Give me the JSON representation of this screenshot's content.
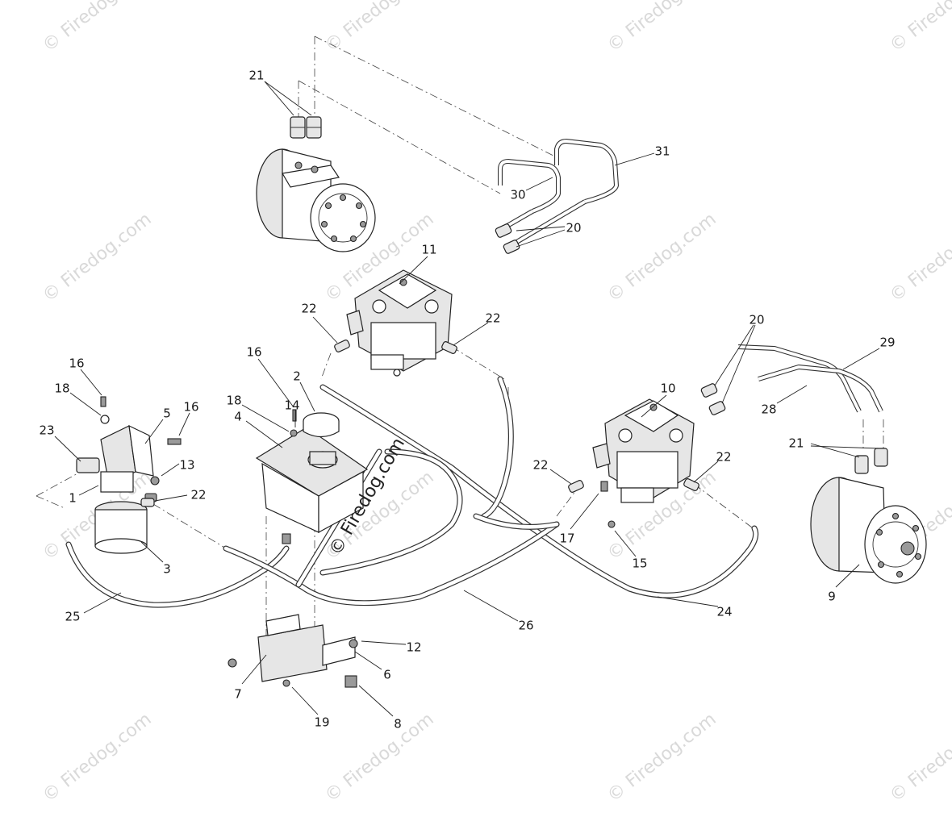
{
  "watermark": {
    "text": "© Firedog.com",
    "center_text": "© Firedog.com"
  },
  "callouts": [
    {
      "id": "c1",
      "label": "1"
    },
    {
      "id": "c2",
      "label": "2"
    },
    {
      "id": "c3",
      "label": "3"
    },
    {
      "id": "c4",
      "label": "4"
    },
    {
      "id": "c5",
      "label": "5"
    },
    {
      "id": "c6",
      "label": "6"
    },
    {
      "id": "c7",
      "label": "7"
    },
    {
      "id": "c8",
      "label": "8"
    },
    {
      "id": "c9",
      "label": "9"
    },
    {
      "id": "c10",
      "label": "10"
    },
    {
      "id": "c11",
      "label": "11"
    },
    {
      "id": "c12",
      "label": "12"
    },
    {
      "id": "c13",
      "label": "13"
    },
    {
      "id": "c14",
      "label": "14"
    },
    {
      "id": "c15",
      "label": "15"
    },
    {
      "id": "c16a",
      "label": "16"
    },
    {
      "id": "c16b",
      "label": "16"
    },
    {
      "id": "c16c",
      "label": "16"
    },
    {
      "id": "c17",
      "label": "17"
    },
    {
      "id": "c18a",
      "label": "18"
    },
    {
      "id": "c18b",
      "label": "18"
    },
    {
      "id": "c19",
      "label": "19"
    },
    {
      "id": "c20a",
      "label": "20"
    },
    {
      "id": "c20b",
      "label": "20"
    },
    {
      "id": "c21a",
      "label": "21"
    },
    {
      "id": "c21b",
      "label": "21"
    },
    {
      "id": "c22a",
      "label": "22"
    },
    {
      "id": "c22b",
      "label": "22"
    },
    {
      "id": "c22c",
      "label": "22"
    },
    {
      "id": "c22d",
      "label": "22"
    },
    {
      "id": "c22e",
      "label": "22"
    },
    {
      "id": "c23",
      "label": "23"
    },
    {
      "id": "c24",
      "label": "24"
    },
    {
      "id": "c25",
      "label": "25"
    },
    {
      "id": "c26",
      "label": "26"
    },
    {
      "id": "c28",
      "label": "28"
    },
    {
      "id": "c29",
      "label": "29"
    },
    {
      "id": "c30",
      "label": "30"
    },
    {
      "id": "c31",
      "label": "31"
    }
  ]
}
